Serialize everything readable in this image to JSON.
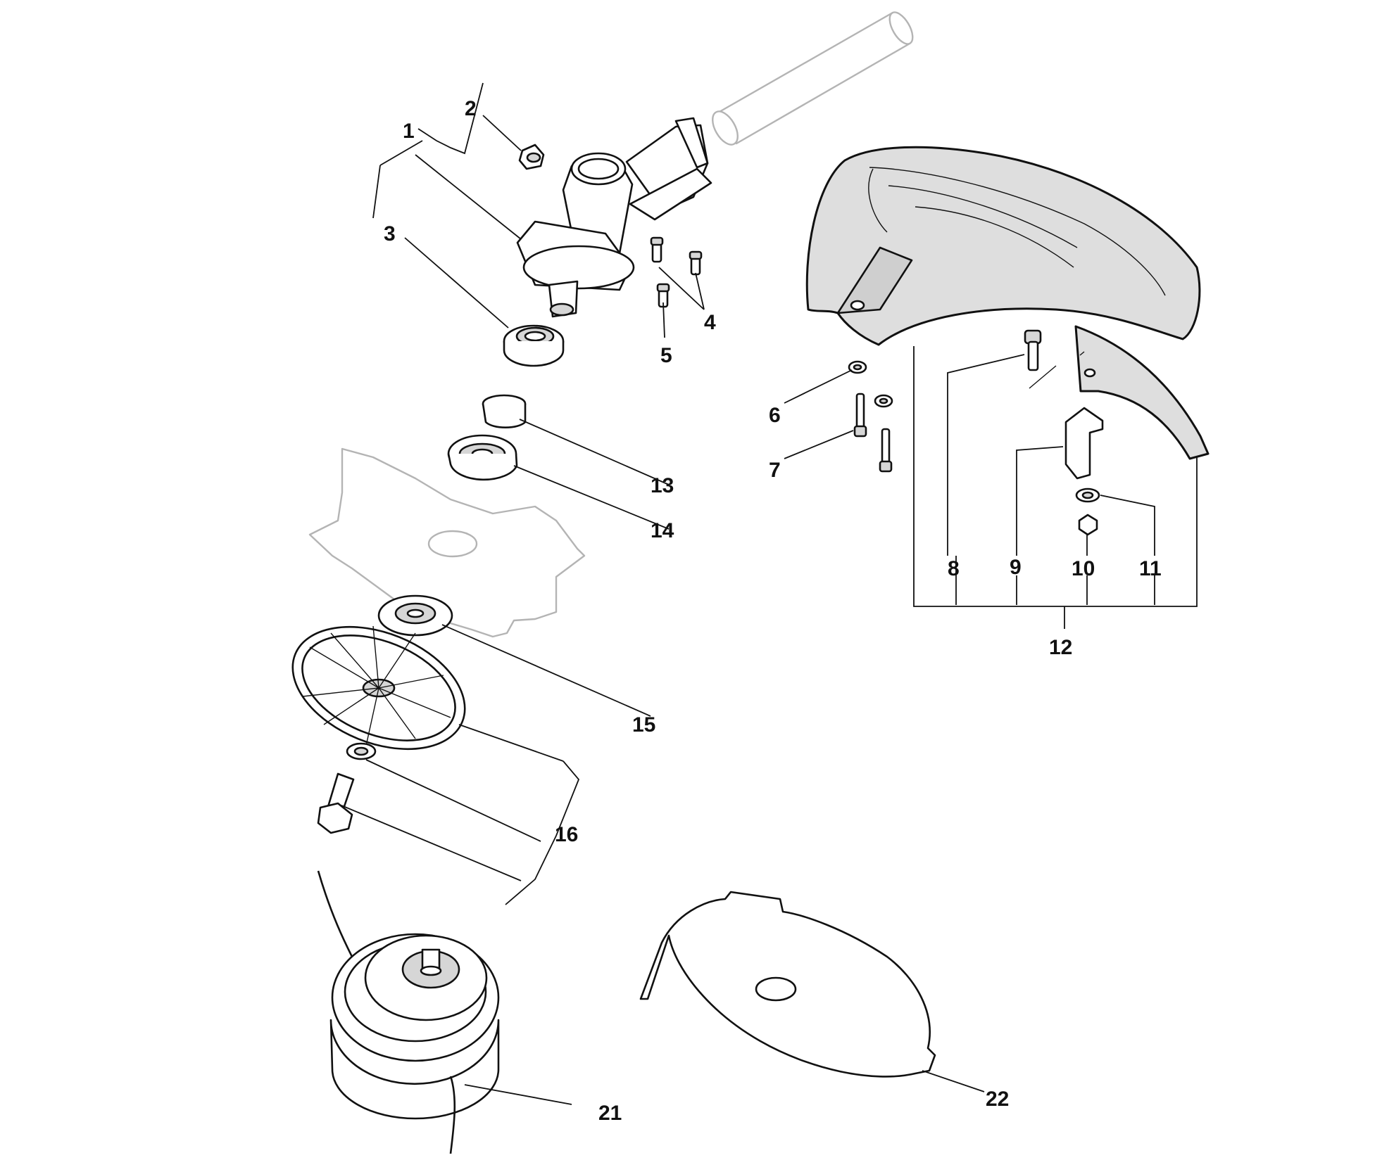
{
  "diagram": {
    "labels": [
      "1",
      "2",
      "3",
      "4",
      "5",
      "6",
      "7",
      "8",
      "9",
      "10",
      "11",
      "12",
      "13",
      "14",
      "15",
      "16",
      "21",
      "22"
    ]
  }
}
